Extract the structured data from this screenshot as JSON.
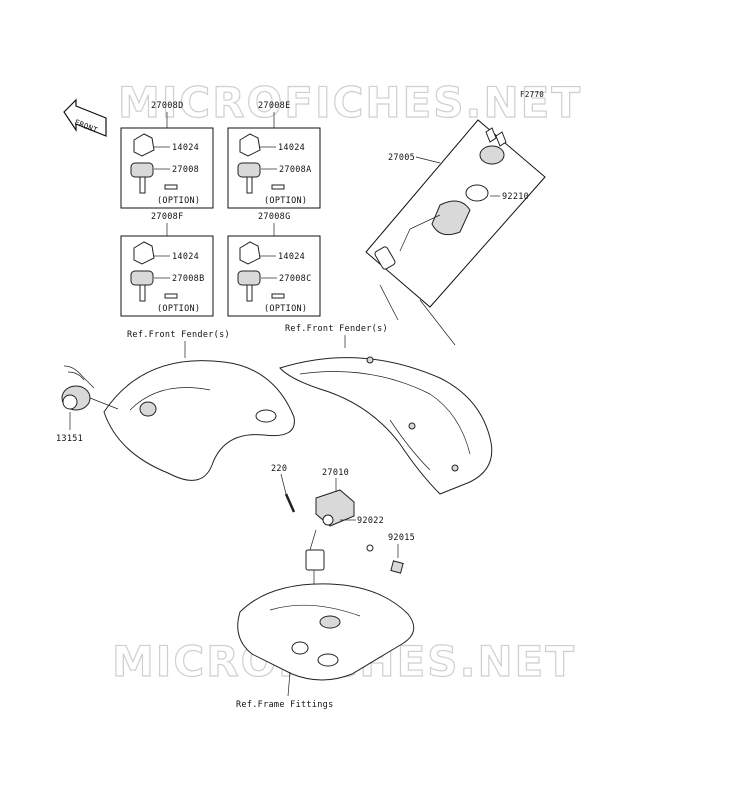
{
  "figure_code": "F2770",
  "front_arrow": "FRONT",
  "watermark": "MICROFICHES.NET",
  "colors": {
    "ink": "#111111",
    "watermark": "#cfcfcf",
    "fill_gray": "#d9d9d9"
  },
  "key_sets": [
    {
      "set": "27008D",
      "cap": "14024",
      "key": "27008",
      "option": "(OPTION)"
    },
    {
      "set": "27008E",
      "cap": "14024",
      "key": "27008A",
      "option": "(OPTION)"
    },
    {
      "set": "27008F",
      "cap": "14024",
      "key": "27008B",
      "option": "(OPTION)"
    },
    {
      "set": "27008G",
      "cap": "14024",
      "key": "27008C",
      "option": "(OPTION)"
    }
  ],
  "parts": {
    "ignition_switch": "27005",
    "nut": "92210",
    "plug": "13151",
    "bolt": "220",
    "bracket": "27010",
    "collar": "92022",
    "clip": "92015"
  },
  "references": {
    "front_fender_left": "Ref.Front Fender(s)",
    "front_fender_right": "Ref.Front Fender(s)",
    "frame_fittings": "Ref.Frame Fittings"
  }
}
